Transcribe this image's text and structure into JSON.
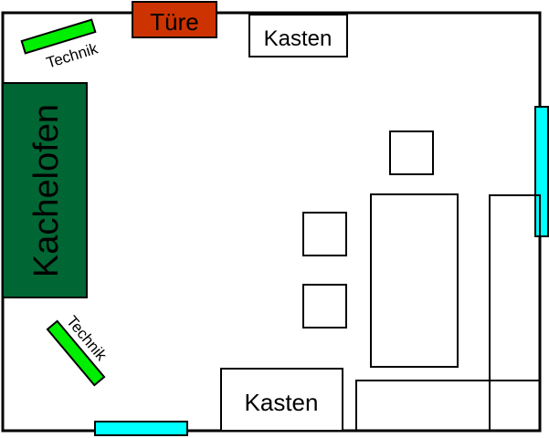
{
  "labels": {
    "door": "Türe",
    "cabinet_top": "Kasten",
    "cabinet_bottom": "Kasten",
    "stove": "Kachelofen",
    "tech_top": "Technik",
    "tech_bottom": "Technik"
  },
  "colors": {
    "wall": "#000000",
    "door": "#cc3300",
    "stove": "#006633",
    "tech": "#00ee00",
    "window": "#00ffff",
    "furniture": "#ffffff"
  }
}
